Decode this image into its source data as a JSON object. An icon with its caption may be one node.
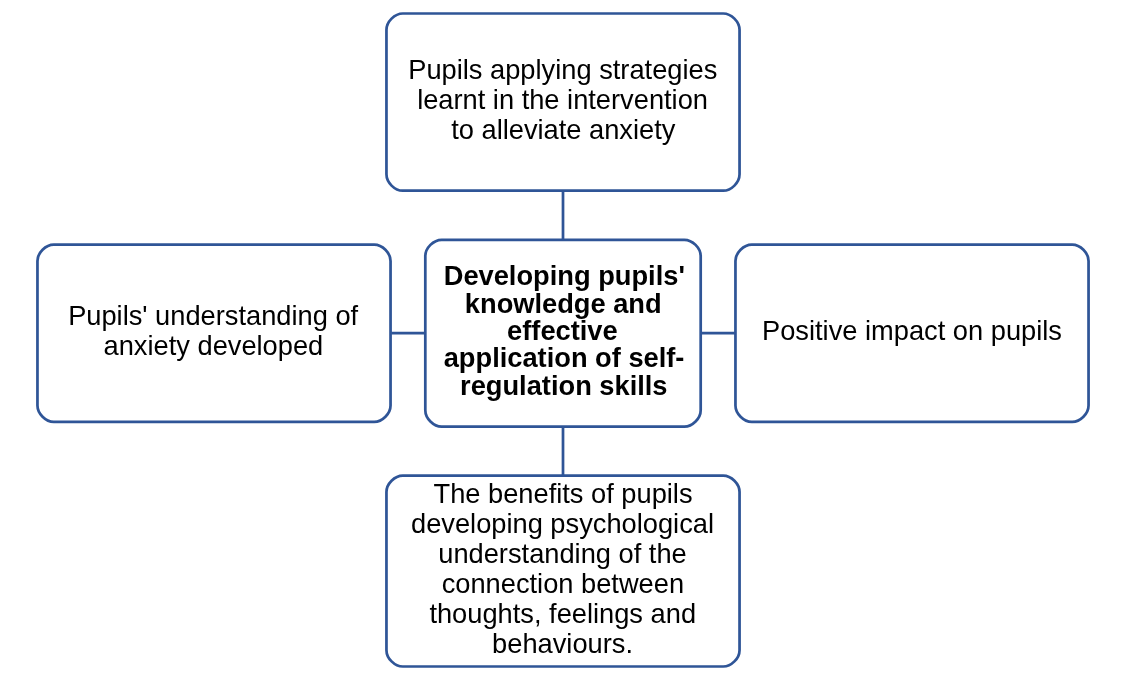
{
  "diagram": {
    "nodes": [
      {
        "text": [
          "Pupils applying strategies learnt in the intervention to alleviate anxiety"
        ]
      },
      {
        "text": [
          "Pupils' understanding of anxiety developed"
        ]
      },
      {
        "text": [
          "Developing pupils' knowledge and effective application of self-regulation skills"
        ]
      },
      {
        "text": [
          "Positive impact on pupils"
        ]
      },
      {
        "text": [
          "The benefits of pupils developing psychological understanding of the connection between thoughts, feelings and behaviours."
        ]
      }
    ],
    "edges": [
      {
        "from": 0,
        "to": 2,
        "arrow": "none"
      },
      {
        "from": 1,
        "to": 2,
        "arrow": "none"
      },
      {
        "from": 2,
        "to": 3,
        "arrow": "none"
      },
      {
        "from": 2,
        "to": 4,
        "arrow": "none"
      }
    ]
  }
}
